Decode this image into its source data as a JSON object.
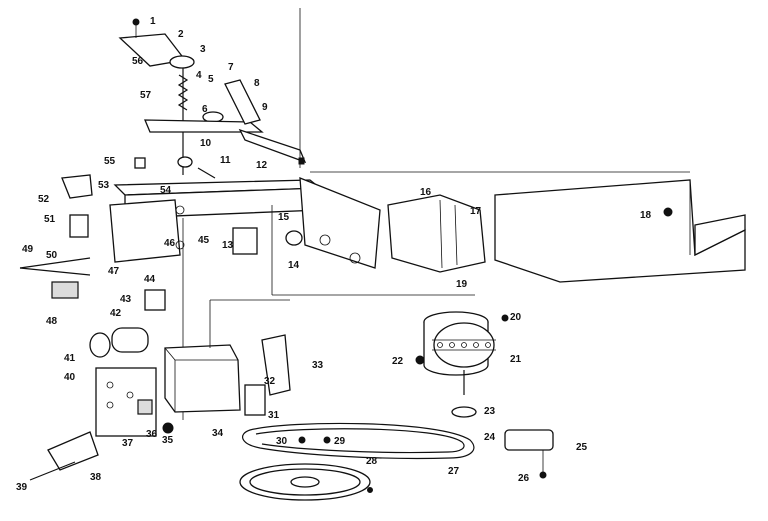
{
  "diagram": {
    "callouts": [
      "1",
      "2",
      "3",
      "4",
      "5",
      "6",
      "7",
      "8",
      "9",
      "10",
      "11",
      "12",
      "13",
      "14",
      "15",
      "16",
      "17",
      "18",
      "19",
      "20",
      "21",
      "22",
      "23",
      "24",
      "25",
      "26",
      "27",
      "28",
      "29",
      "30",
      "31",
      "32",
      "33",
      "34",
      "35",
      "36",
      "37",
      "38",
      "39",
      "40",
      "41",
      "42",
      "43",
      "44",
      "45",
      "46",
      "47",
      "48",
      "49",
      "50",
      "51",
      "52",
      "53",
      "54",
      "55",
      "56",
      "57"
    ]
  }
}
